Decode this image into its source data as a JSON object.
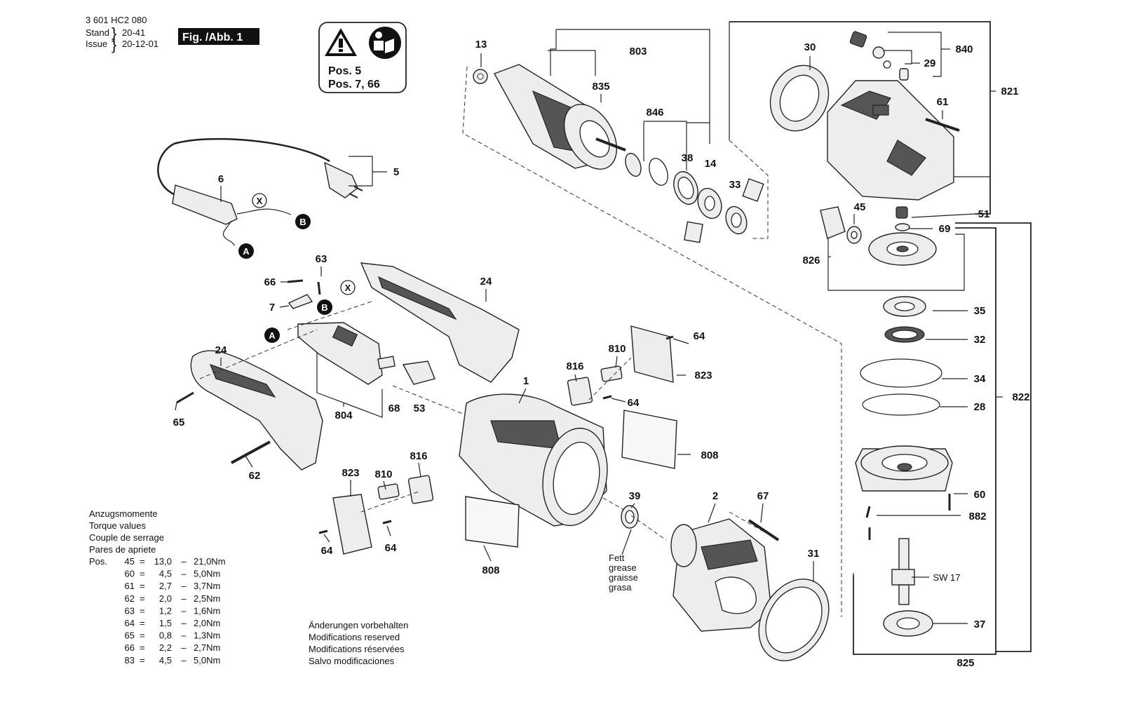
{
  "header": {
    "code": "3 601 HC2 080",
    "stand_label": "Stand",
    "stand_value": "20-41",
    "issue_label": "Issue",
    "issue_value": "20-12-01",
    "fig_label": "Fig. /Abb. 1"
  },
  "warning": {
    "line1": "Pos. 5",
    "line2": "Pos. 7, 66",
    "icons": [
      "warning-triangle-icon",
      "read-manual-icon"
    ]
  },
  "callouts": {
    "c13": "13",
    "c803": "803",
    "c835": "835",
    "c846": "846",
    "c38": "38",
    "c14": "14",
    "c33": "33",
    "c30": "30",
    "c840": "840",
    "c29": "29",
    "c821": "821",
    "c61": "61",
    "c51": "51",
    "c45": "45",
    "c69": "69",
    "c826": "826",
    "c35": "35",
    "c32": "32",
    "c34": "34",
    "c822": "822",
    "c28": "28",
    "c60": "60",
    "c882": "882",
    "sw17": "SW 17",
    "c37": "37",
    "c825": "825",
    "c5": "5",
    "c6": "6",
    "c63": "63",
    "c66": "66",
    "c7": "7",
    "c24a": "24",
    "c24b": "24",
    "c64a": "64",
    "c810a": "810",
    "c823a": "823",
    "c816a": "816",
    "c64b": "64",
    "c1": "1",
    "c804": "804",
    "c68": "68",
    "c53": "53",
    "c65": "65",
    "c808a": "808",
    "c62": "62",
    "c816b": "816",
    "c810b": "810",
    "c823b": "823",
    "c39": "39",
    "c2": "2",
    "c67": "67",
    "c31": "31",
    "c64c": "64",
    "c64d": "64",
    "c808b": "808"
  },
  "markers": {
    "x1": "X",
    "x2": "X",
    "a1": "A",
    "a2": "A",
    "b1": "B",
    "b2": "B"
  },
  "grease": [
    "Fett",
    "grease",
    "graisse",
    "grasa"
  ],
  "torque": {
    "titles": [
      "Anzugsmomente",
      "Torque values",
      "Couple de serrage",
      "Pares de apriete"
    ],
    "prefix": "Pos.",
    "rows": [
      {
        "pos": "45",
        "min": "13,0",
        "max": "21,0Nm"
      },
      {
        "pos": "60",
        "min": "4,5",
        "max": "5,0Nm"
      },
      {
        "pos": "61",
        "min": "2,7",
        "max": "3,7Nm"
      },
      {
        "pos": "62",
        "min": "2,0",
        "max": "2,5Nm"
      },
      {
        "pos": "63",
        "min": "1,2",
        "max": "1,6Nm"
      },
      {
        "pos": "64",
        "min": "1,5",
        "max": "2,0Nm"
      },
      {
        "pos": "65",
        "min": "0,8",
        "max": "1,3Nm"
      },
      {
        "pos": "66",
        "min": "2,2",
        "max": "2,7Nm"
      },
      {
        "pos": "83",
        "min": "4,5",
        "max": "5,0Nm"
      }
    ]
  },
  "notes": [
    "Änderungen vorbehalten",
    "Modifications reserved",
    "Modifications réservées",
    "Salvo modificaciones"
  ]
}
